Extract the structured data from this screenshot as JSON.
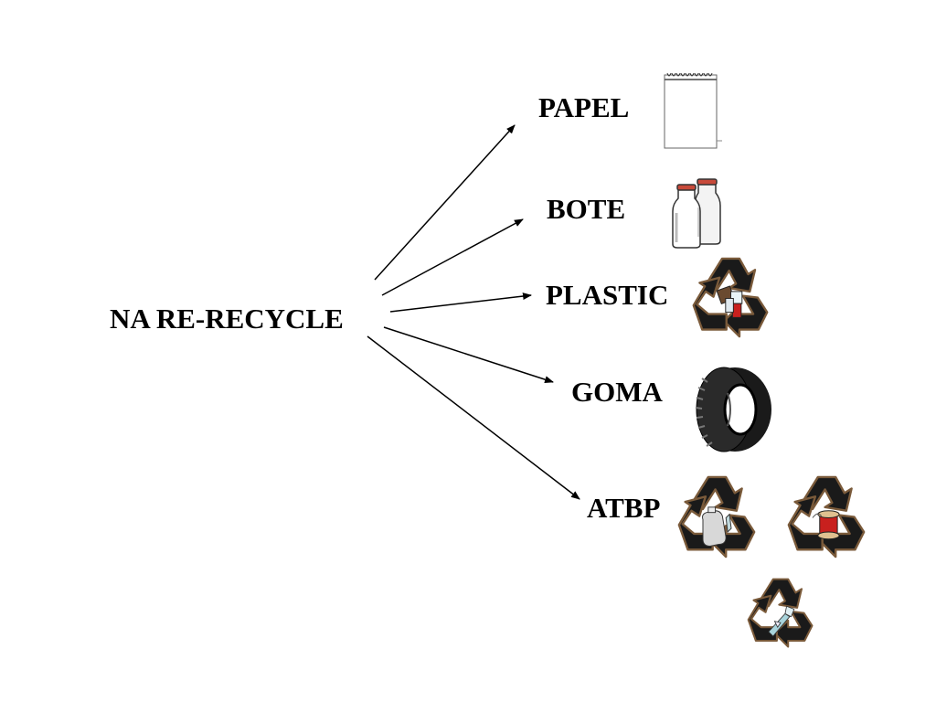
{
  "root": {
    "label": "NA RE-RECYCLE"
  },
  "branches": [
    {
      "label": "PAPEL",
      "icon": "notepad-icon"
    },
    {
      "label": "BOTE",
      "icon": "glass-bottles-icon"
    },
    {
      "label": "PLASTIC",
      "icon": "recycle-trash-icon"
    },
    {
      "label": "GOMA",
      "icon": "tire-icon"
    },
    {
      "label": "ATBP",
      "icon": [
        "recycle-jug-icon",
        "recycle-spool-icon",
        "recycle-glass-icon"
      ]
    }
  ],
  "colors": {
    "text": "#000000",
    "arrow": "#000000",
    "recycle_arrow": "#1a1a1a",
    "recycle_outline": "#7a5a3a",
    "spool_red": "#c8201e"
  }
}
